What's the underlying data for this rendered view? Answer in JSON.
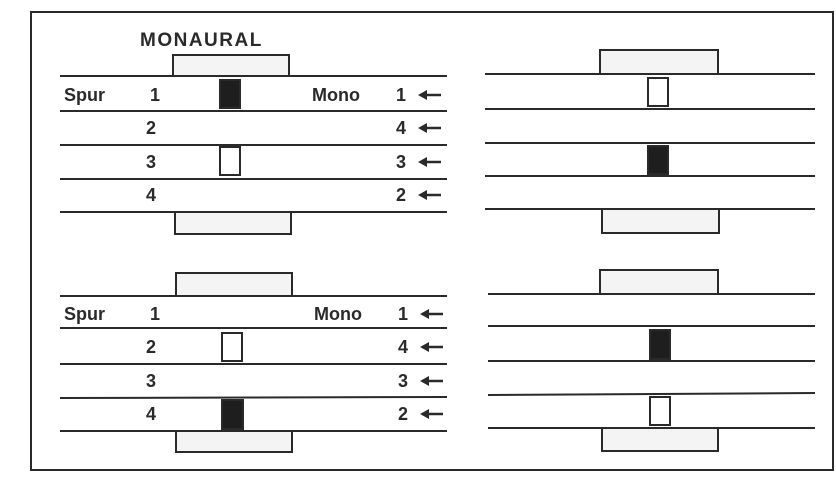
{
  "title": "MONAURAL",
  "colors": {
    "ink": "#2a2a2a",
    "filled": "#1e1e1e",
    "page": "#ffffff",
    "head": "#f4f4f4"
  },
  "panels": [
    {
      "spur_label": "Spur",
      "mono_label": "Mono",
      "tracks": [
        {
          "spur": "1",
          "mono": "1"
        },
        {
          "spur": "2",
          "mono": "4"
        },
        {
          "spur": "3",
          "mono": "3"
        },
        {
          "spur": "4",
          "mono": "2"
        }
      ],
      "arrow": "⟵",
      "head_slots": [
        {
          "track": "1",
          "state": "filled"
        },
        {
          "track": "3",
          "state": "open"
        }
      ]
    },
    {
      "head_slots": [
        {
          "track": "1",
          "state": "open"
        },
        {
          "track": "3",
          "state": "filled"
        }
      ]
    },
    {
      "spur_label": "Spur",
      "mono_label": "Mono",
      "tracks": [
        {
          "spur": "1",
          "mono": "1"
        },
        {
          "spur": "2",
          "mono": "4"
        },
        {
          "spur": "3",
          "mono": "3"
        },
        {
          "spur": "4",
          "mono": "2"
        }
      ],
      "arrow": "⟵",
      "head_slots": [
        {
          "track": "2",
          "state": "open"
        },
        {
          "track": "4",
          "state": "filled"
        }
      ]
    },
    {
      "head_slots": [
        {
          "track": "2",
          "state": "filled"
        },
        {
          "track": "4",
          "state": "open"
        }
      ]
    }
  ]
}
